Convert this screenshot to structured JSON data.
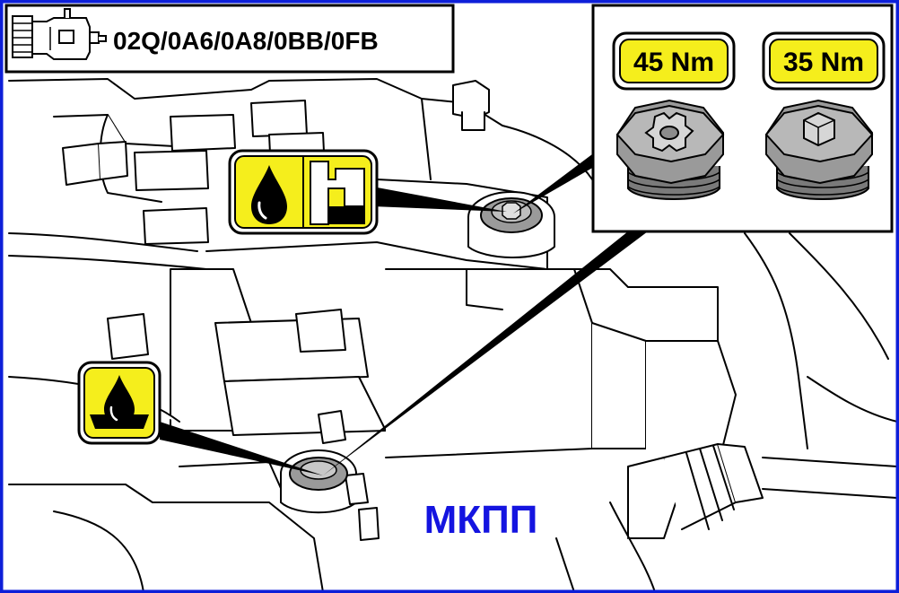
{
  "header": {
    "icon": "gearbox-icon",
    "codes": "02Q/0A6/0A8/0BB/0FB"
  },
  "inset": {
    "plug_left": {
      "torque": "45 Nm",
      "drive": "spline-drive-plug"
    },
    "plug_right": {
      "torque": "35 Nm",
      "drive": "hex-socket-plug"
    }
  },
  "callouts": {
    "fill_icon": "oil-fill-icon",
    "drain_icon": "oil-drain-icon"
  },
  "caption": "МКПП",
  "colors": {
    "frame_blue": "#0d1fd9",
    "badge_yellow": "#f5ee1c",
    "caption_blue": "#1414e0",
    "plug_grey": "#8a8a8a"
  }
}
